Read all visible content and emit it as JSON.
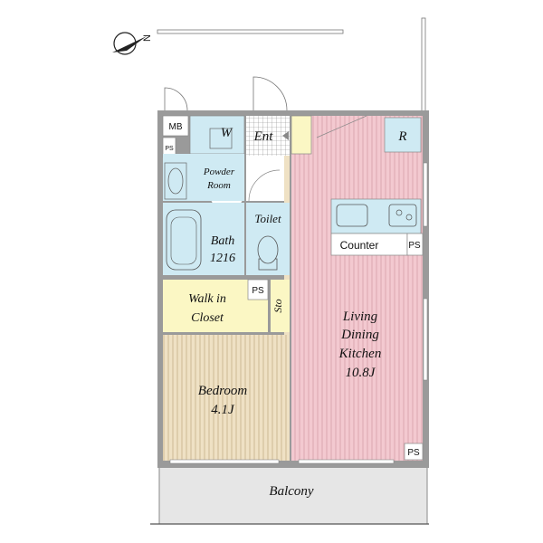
{
  "colors": {
    "wall": "#9a9a9a",
    "wall_dark": "#6e6e6e",
    "ldk_fill": "#f3c9d0",
    "ldk_stripe": "#d9a3ad",
    "bedroom_fill": "#efe1c4",
    "bedroom_stripe": "#c9b58e",
    "closet_fill": "#fbf7c4",
    "wet_fill": "#cfeaf3",
    "entrance_fill": "#ffffff",
    "balcony_fill": "#e6e6e6",
    "ps_fill": "#ffffff",
    "counter_fill": "#cfeaf3"
  },
  "compass": {
    "label": "N",
    "icon": "north-arrow-icon"
  },
  "rooms": {
    "mb": "MB",
    "w": "W",
    "ent": "Ent",
    "r": "R",
    "ps": "PS",
    "powder_room": [
      "Powder",
      "Room"
    ],
    "toilet": "Toilet",
    "bath": [
      "Bath",
      "1216"
    ],
    "counter": "Counter",
    "walk_in_closet": [
      "Walk in",
      "Closet"
    ],
    "sto": "Sto",
    "ldk": [
      "Living",
      "Dining",
      "Kitchen",
      "10.8J"
    ],
    "bedroom": [
      "Bedroom",
      "4.1J"
    ],
    "balcony": "Balcony"
  }
}
